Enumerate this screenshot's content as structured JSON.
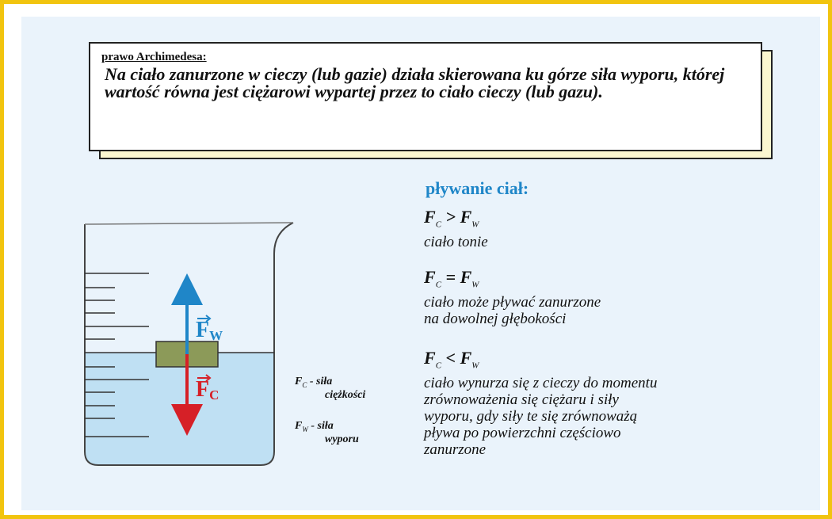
{
  "law": {
    "title": "prawo Archimedesa:",
    "text": "Na ciało zanurzone w cieczy (lub gazie) działa skierowana ku górze siła wyporu, której wartość równa jest ciężarowi wypartej przez to ciało cieczy (lub gazu)."
  },
  "floating": {
    "heading": "pływanie ciał:",
    "cases": [
      {
        "sym_left": "F",
        "sub_left": "C",
        "op": " > ",
        "sym_right": "F",
        "sub_right": "W",
        "desc": "ciało tonie"
      },
      {
        "sym_left": "F",
        "sub_left": "C",
        "op": " = ",
        "sym_right": "F",
        "sub_right": "W",
        "desc_lines": [
          "ciało może pływać zanurzone",
          "na dowolnej głębokości"
        ]
      },
      {
        "sym_left": "F",
        "sub_left": "C",
        "op": " < ",
        "sym_right": "F",
        "sub_right": "W",
        "desc_lines": [
          "ciało wynurza się z cieczy do momentu",
          "zrównoważenia się ciężaru i siły",
          "wyporu, gdy siły te się zrównoważą",
          "pływa po powierzchni częściowo",
          "zanurzone"
        ]
      }
    ]
  },
  "legend": {
    "fc": {
      "sym": "F",
      "sub": "C",
      "text": " - siła",
      "text2": "ciężkości"
    },
    "fw": {
      "sym": "F",
      "sub": "W",
      "text": " - siła",
      "text2": "wyporu"
    }
  },
  "diagram": {
    "fw_label": "F",
    "fw_sub": "W",
    "fc_label": "F",
    "fc_sub": "C",
    "colors": {
      "water": "#bfe0f3",
      "block": "#8c9a59",
      "fw_arrow": "#1f86c8",
      "fc_arrow": "#d62027",
      "frame": "#f1c40f"
    }
  }
}
